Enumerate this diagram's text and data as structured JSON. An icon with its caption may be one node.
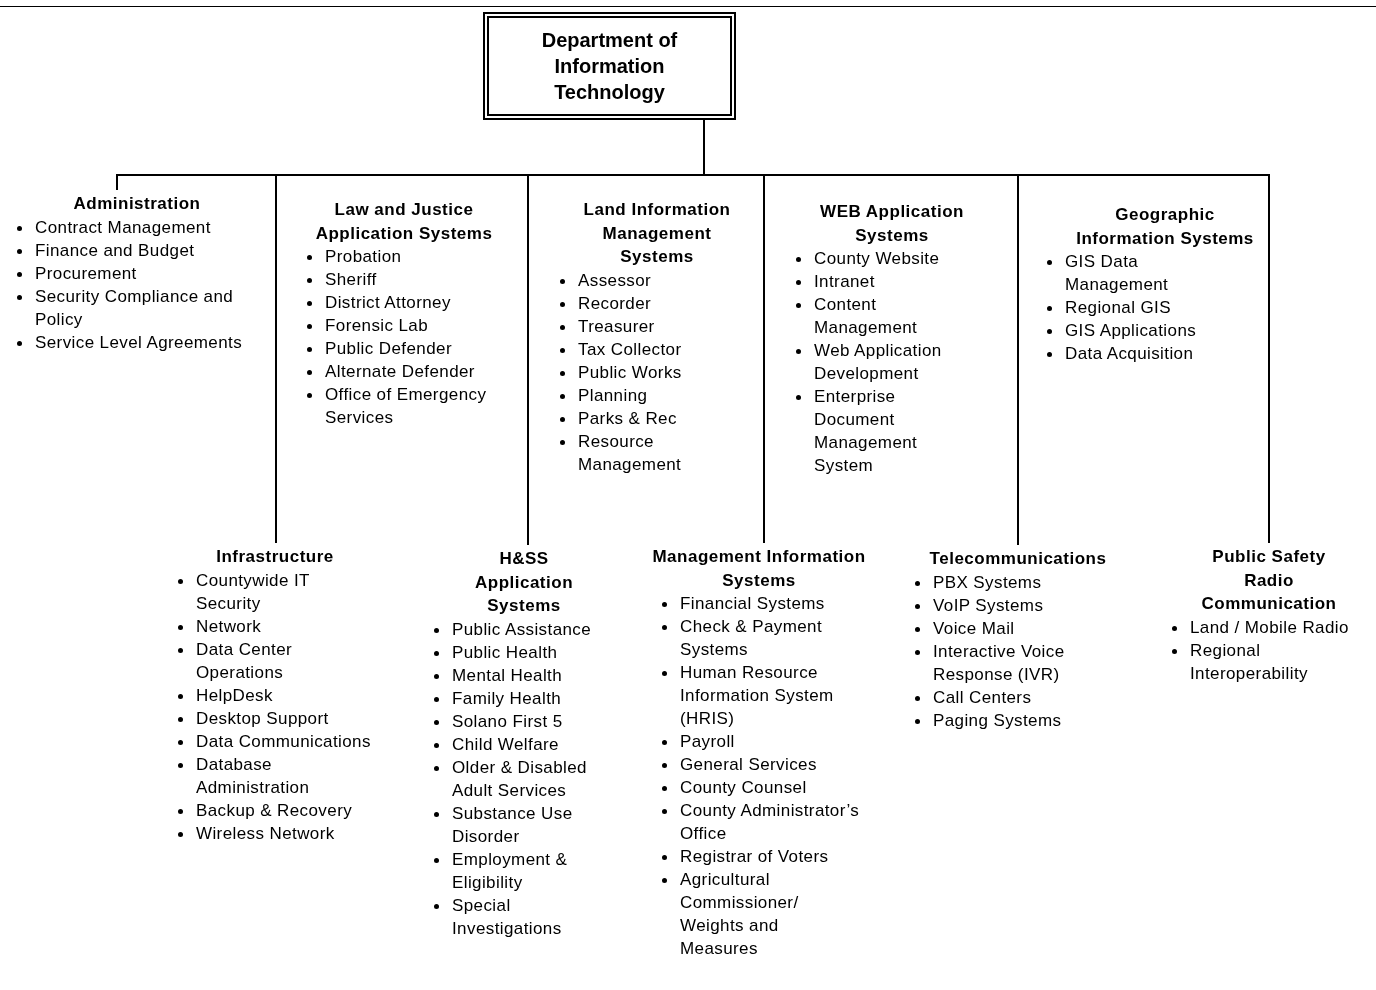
{
  "diagram": {
    "nodes": [
      {
        "text": [
          "Department of Information Technology"
        ]
      },
      {
        "text": [
          "Administration",
          "Contract Management",
          "Finance and Budget",
          "Procurement",
          "Security Compliance and Policy",
          "Service Level Agreements"
        ]
      },
      {
        "text": [
          "Law and Justice Application Systems",
          "Probation",
          "Sheriff",
          "District Attorney",
          "Forensic Lab",
          "Public Defender",
          "Alternate Defender",
          "Office of Emergency Services"
        ]
      },
      {
        "text": [
          "Land Information Management Systems",
          "Assessor",
          "Recorder",
          "Treasurer",
          "Tax Collector",
          "Public Works",
          "Planning",
          "Parks & Rec",
          "Resource Management"
        ]
      },
      {
        "text": [
          "WEB Application Systems",
          "County Website",
          "Intranet",
          "Content Management",
          "Web Application Development",
          "Enterprise Document Management System"
        ]
      },
      {
        "text": [
          "Geographic Information Systems",
          "GIS Data Management",
          "Regional GIS",
          "GIS Applications",
          "Data Acquisition"
        ]
      },
      {
        "text": [
          "Infrastructure",
          "Countywide IT Security",
          "Network",
          "Data Center Operations",
          "HelpDesk",
          "Desktop Support",
          "Data Communications",
          "Database Administration",
          "Backup & Recovery",
          "Wireless Network"
        ]
      },
      {
        "text": [
          "H&SS Application Systems",
          "Public Assistance",
          "Public Health",
          "Mental Health",
          "Family Health",
          "Solano First 5",
          "Child Welfare",
          "Older & Disabled Adult Services",
          "Substance Use Disorder",
          "Employment & Eligibility",
          "Special Investigations"
        ]
      },
      {
        "text": [
          "Management Information Systems",
          "Financial Systems",
          "Check & Payment Systems",
          "Human Resource Information System (HRIS)",
          "Payroll",
          "General Services",
          "County Counsel",
          "County Administrator’s Office",
          "Registrar of Voters",
          "Agricultural Commissioner/ Weights and Measures"
        ]
      },
      {
        "text": [
          "Telecommunications",
          "PBX Systems",
          "VoIP Systems",
          "Voice Mail",
          "Interactive Voice Response (IVR)",
          "Call Centers",
          "Paging Systems"
        ]
      },
      {
        "text": [
          "Public Safety Radio Communication",
          "Land / Mobile Radio",
          "Regional Interoperability"
        ]
      }
    ],
    "edges": [
      {
        "from": 0,
        "to": 1,
        "arrow": "none"
      },
      {
        "from": 0,
        "to": 6,
        "arrow": "none"
      },
      {
        "from": 0,
        "to": 7,
        "arrow": "none"
      },
      {
        "from": 0,
        "to": 8,
        "arrow": "none"
      },
      {
        "from": 0,
        "to": 9,
        "arrow": "none"
      },
      {
        "from": 0,
        "to": 10,
        "arrow": "none"
      }
    ]
  }
}
